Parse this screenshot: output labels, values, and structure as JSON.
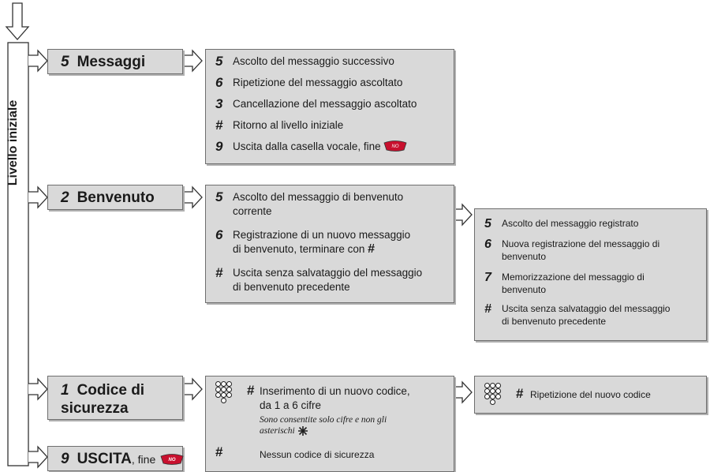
{
  "side_label": "Livello iniziale",
  "menus": {
    "messaggi": {
      "num": "5",
      "label": "Messaggi"
    },
    "benvenuto": {
      "num": "2",
      "label": "Benvenuto"
    },
    "codice": {
      "num": "1",
      "label1": "Codice di",
      "label2": "sicurezza"
    },
    "uscita": {
      "num": "9",
      "label": "USCITA",
      "suffix": ", fine"
    }
  },
  "messaggi_items": [
    {
      "num": "5",
      "text": "Ascolto del messaggio successivo"
    },
    {
      "num": "6",
      "text": "Ripetizione del messaggio ascoltato"
    },
    {
      "num": "3",
      "text": "Cancellazione del messaggio ascoltato"
    },
    {
      "num": "#",
      "text": "Ritorno al livello iniziale"
    },
    {
      "num": "9",
      "text": "Uscita dalla casella vocale, fine"
    }
  ],
  "benvenuto_items": [
    {
      "num": "5",
      "text1": "Ascolto del messaggio di benvenuto",
      "text2": "corrente"
    },
    {
      "num": "6",
      "text1": "Registrazione di un nuovo messaggio",
      "text2": "di benvenuto, terminare con",
      "text2b": "#"
    },
    {
      "num": "#",
      "text1": "Uscita senza salvataggio del messaggio",
      "text2": "di benvenuto precedente"
    }
  ],
  "registrato_items": [
    {
      "num": "5",
      "text1": "Ascolto del messaggio registrato"
    },
    {
      "num": "6",
      "text1": "Nuova registrazione del messaggio di",
      "text2": "benvenuto"
    },
    {
      "num": "7",
      "text1": "Memorizzazione del messaggio di",
      "text2": "benvenuto"
    },
    {
      "num": "#",
      "text1": "Uscita senza salvataggio del messaggio",
      "text2": "di benvenuto precedente"
    }
  ],
  "codice_items": {
    "hash1": "#",
    "text1": "Inserimento di un nuovo codice,",
    "text2": "da 1 a 6 cifre",
    "note1": "Sono consentite solo cifre e non gli",
    "note2": "asterischi",
    "hash2": "#",
    "text3": "Nessun codice di sicurezza"
  },
  "ripetizione": {
    "hash": "#",
    "text": "Ripetizione del nuovo codice"
  },
  "endkey_label": "NO",
  "colors": {
    "box": "#d9d9d9",
    "border": "#6e6e6e",
    "endkey": "#c8102e"
  }
}
